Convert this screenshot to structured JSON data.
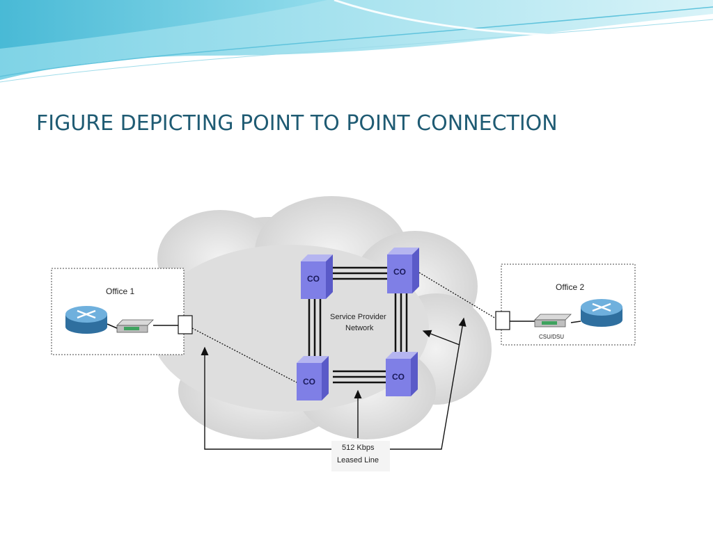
{
  "slide": {
    "title": "FIGURE DEPICTING POINT TO POINT CONNECTION"
  },
  "diagram": {
    "cloud_label_line1": "Service Provider",
    "cloud_label_line2": "Network",
    "central_offices": [
      {
        "label": "CO"
      },
      {
        "label": "CO"
      },
      {
        "label": "CO"
      },
      {
        "label": "CO"
      }
    ],
    "office1": {
      "label": "Office 1"
    },
    "office2": {
      "label": "Office 2",
      "device_label": "CSU/DSU"
    },
    "leased_line_line1": "512 Kbps",
    "leased_line_line2": "Leased Line"
  },
  "colors": {
    "title": "#1f5b73",
    "co_box": "#7f7fe6",
    "router": "#4a90c2",
    "cloud": "#d9d9d9"
  }
}
